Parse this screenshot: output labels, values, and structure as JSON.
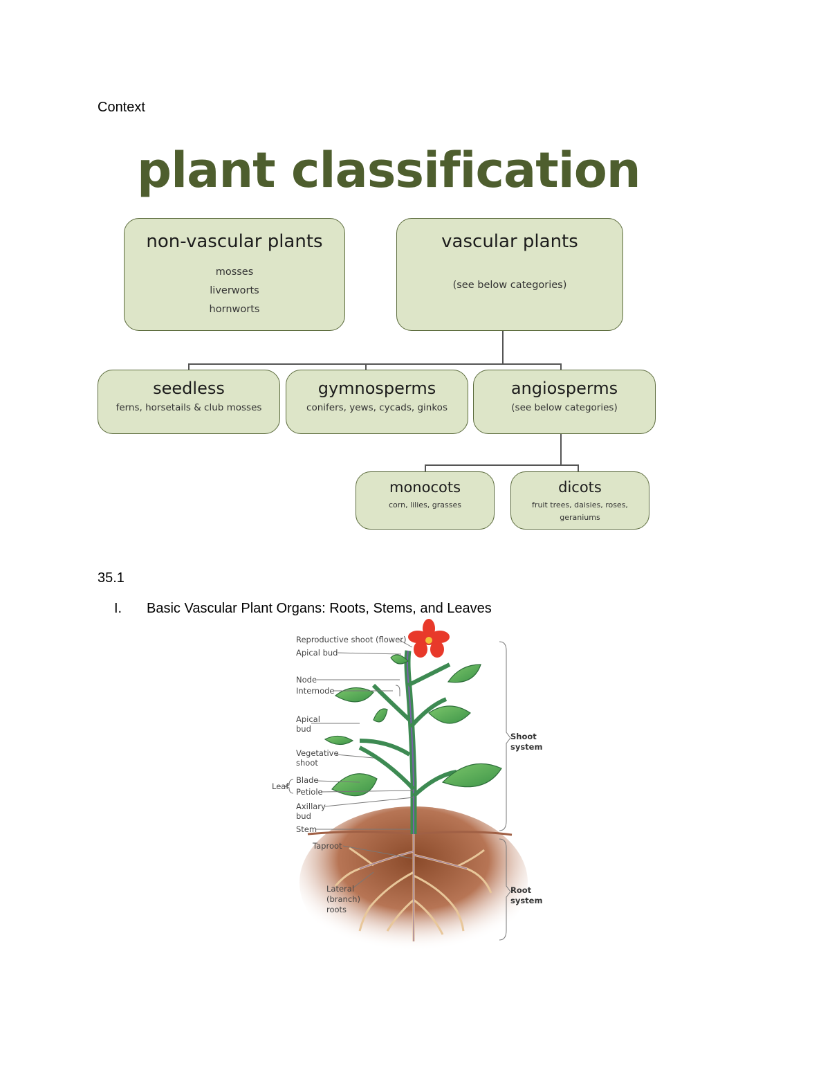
{
  "context_label": "Context",
  "classification": {
    "title": "plant classification",
    "non_vascular": {
      "title": "non-vascular plants",
      "items": [
        "mosses",
        "liverworts",
        "hornworts"
      ]
    },
    "vascular": {
      "title": "vascular plants",
      "note": "(see below categories)"
    },
    "seedless": {
      "title": "seedless",
      "desc": "ferns, horsetails & club mosses"
    },
    "gymnosperms": {
      "title": "gymnosperms",
      "desc": "conifers, yews, cycads, ginkos"
    },
    "angiosperms": {
      "title": "angiosperms",
      "desc": "(see below categories)"
    },
    "monocots": {
      "title": "monocots",
      "desc": "corn, lilies, grasses"
    },
    "dicots": {
      "title": "dicots",
      "desc_line1": "fruit trees, daisies, roses,",
      "desc_line2": "geraniums"
    }
  },
  "section_number": "35.1",
  "heading": {
    "numeral": "I.",
    "text": "Basic Vascular Plant Organs: Roots, Stems, and Leaves"
  },
  "plant_figure": {
    "labels": {
      "reproductive_shoot": "Reproductive shoot (flower)",
      "apical_bud_top": "Apical bud",
      "node": "Node",
      "internode": "Internode",
      "apical_bud_1": "Apical",
      "apical_bud_2": "bud",
      "vegetative_1": "Vegetative",
      "vegetative_2": "shoot",
      "leaf": "Leaf",
      "blade": "Blade",
      "petiole": "Petiole",
      "axillary_1": "Axillary",
      "axillary_2": "bud",
      "stem": "Stem",
      "taproot": "Taproot",
      "lateral_1": "Lateral",
      "lateral_2": "(branch)",
      "lateral_3": "roots",
      "shoot_system_1": "Shoot",
      "shoot_system_2": "system",
      "root_system_1": "Root",
      "root_system_2": "system"
    }
  }
}
